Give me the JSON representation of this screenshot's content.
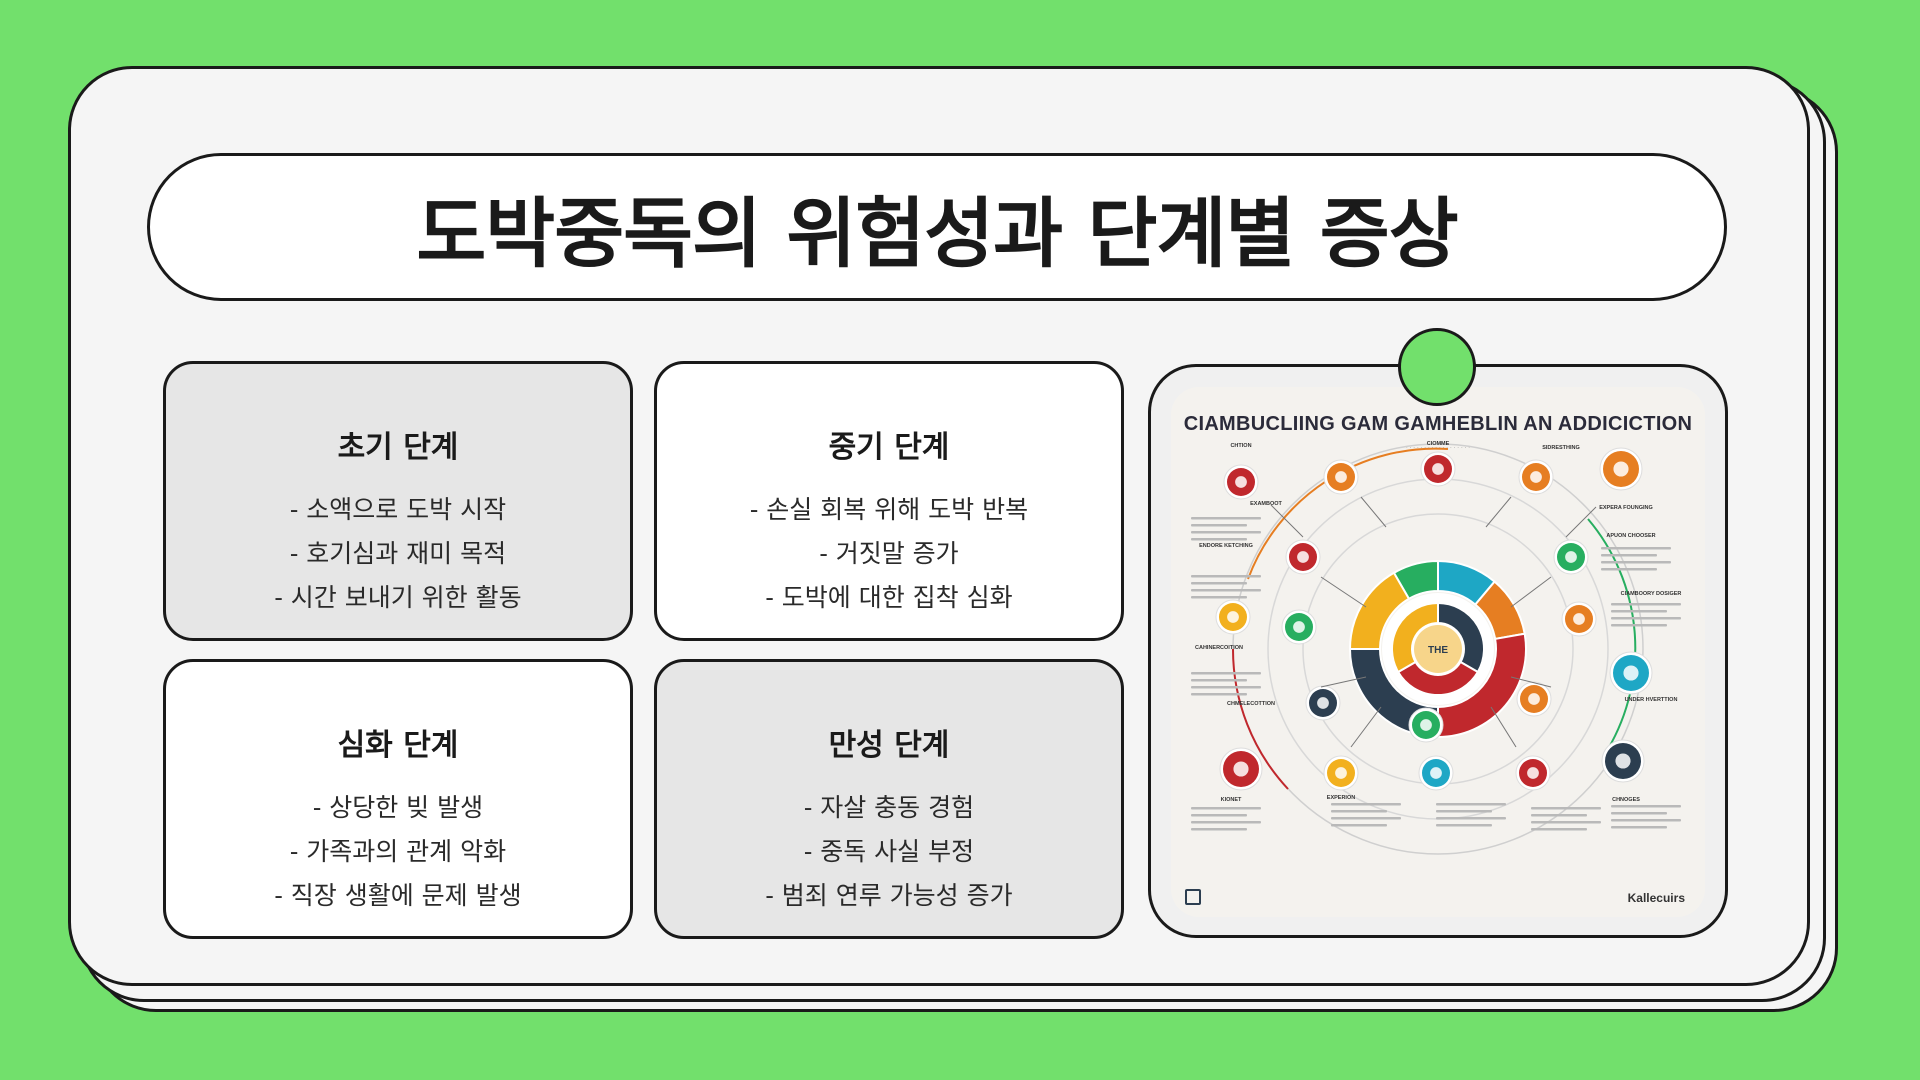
{
  "title": "도박중독의 위험성과 단계별 증상",
  "stages": [
    {
      "heading": "초기 단계",
      "items": [
        "- 소액으로 도박 시작",
        "- 호기심과 재미 목적",
        "- 시간 보내기 위한 활동"
      ]
    },
    {
      "heading": "중기 단계",
      "items": [
        "- 손실 회복 위해 도박 반복",
        "- 거짓말 증가",
        "- 도박에 대한 집착 심화"
      ]
    },
    {
      "heading": "심화 단계",
      "items": [
        "- 상당한 빚 발생",
        "- 가족과의 관계 악화",
        "- 직장 생활에 문제 발생"
      ]
    },
    {
      "heading": "만성 단계",
      "items": [
        "- 자살 충동 경험",
        "- 중독 사실 부정",
        "- 범죄 연루 가능성 증가"
      ]
    }
  ],
  "infographic": {
    "title": "CIAMBUCLIING GAM GAMHEBLIN AN ADDICICTION",
    "center_label": "THE",
    "logo": "Kallecuirs",
    "icon_labels": [
      "CHTION",
      "EXAMBOOT",
      "CIOMME",
      "SIDRESTHING",
      "EXPERA FOUNGING",
      "ENDORE KETCHING",
      "APUON CHOOSER",
      "CAHINERCOITION",
      "CIAMBOORY DOSIGER",
      "CHMELECOTTION",
      "UNDER HVERTTION",
      "KIONET",
      "CHNOGES",
      "EXPERION"
    ],
    "colors": {
      "red": "#c0282d",
      "orange": "#e67e22",
      "yellow": "#f2b01e",
      "teal": "#1ea7c5",
      "navy": "#2c3e50",
      "green": "#27ae60"
    }
  }
}
